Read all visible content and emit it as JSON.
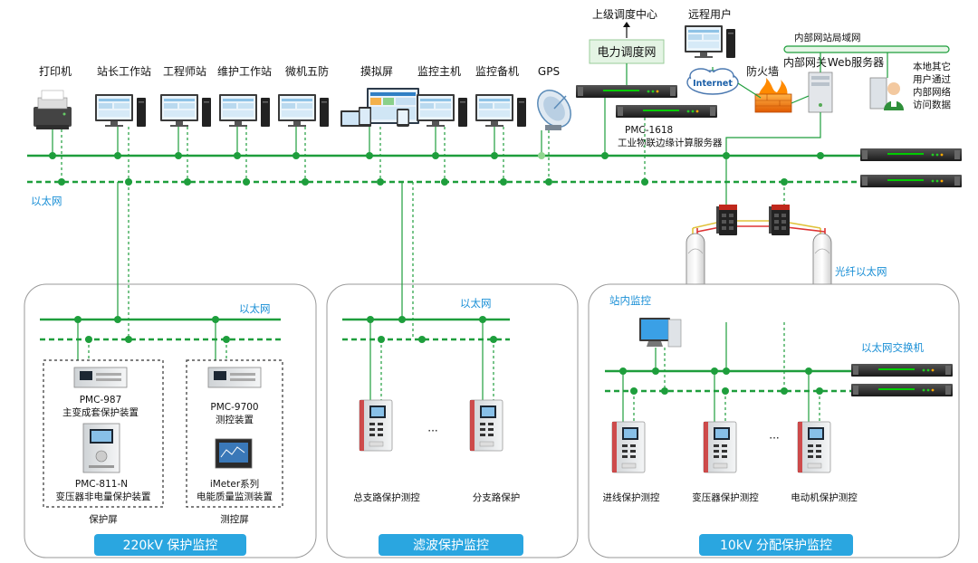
{
  "top": {
    "devices": [
      {
        "id": "printer",
        "label": "打印机"
      },
      {
        "id": "station-master",
        "label": "站长工作站"
      },
      {
        "id": "engineer",
        "label": "工程师站"
      },
      {
        "id": "maintenance",
        "label": "维护工作站"
      },
      {
        "id": "micro",
        "label": "微机五防"
      },
      {
        "id": "sim-screen",
        "label": "摸拟屏"
      },
      {
        "id": "monitor-main",
        "label": "监控主机"
      },
      {
        "id": "monitor-backup",
        "label": "监控备机"
      },
      {
        "id": "gps",
        "label": "GPS"
      }
    ],
    "upper_dispatch": "上级调度中心",
    "power_network": "电力调度网",
    "pmc1618_model": "PMC-1618",
    "pmc1618_desc": "工业物联边缘计算服务器",
    "remote_user": "远程用户",
    "internet": "Internet",
    "firewall": "防火墙",
    "internal_gateway": "内部网关",
    "web_server": "Web服务器",
    "internal_lan": "内部网站局域网",
    "local_users": [
      "本地其它",
      "用户通过",
      "内部网络",
      "访问数据"
    ],
    "ethernet_label": "以太网",
    "fiber_label": "光纤以太网"
  },
  "panel_220": {
    "title": "220kV 保护监控",
    "ethernet": "以太网",
    "pmc987_model": "PMC-987",
    "pmc987_desc": "主变成套保护装置",
    "pmc811_model": "PMC-811-N",
    "pmc811_desc": "变压器非电量保护装置",
    "pmc9700_model": "PMC-9700",
    "pmc9700_desc": "测控装置",
    "imeter_model": "iMeter系列",
    "imeter_desc": "电能质量监测装置",
    "screen_protect": "保护屏",
    "screen_measure": "测控屏"
  },
  "panel_filter": {
    "title": "滤波保护监控",
    "ethernet": "以太网",
    "main_branch": "总支路保护测控",
    "sub_branch": "分支路保护",
    "ellipsis": "···"
  },
  "panel_10kv": {
    "title": "10kV 分配保护监控",
    "station_monitor": "站内监控",
    "switch": "以太网交换机",
    "incoming": "进线保护测控",
    "transformer": "变压器保护测控",
    "motor": "电动机保护测控",
    "ellipsis": "···"
  }
}
